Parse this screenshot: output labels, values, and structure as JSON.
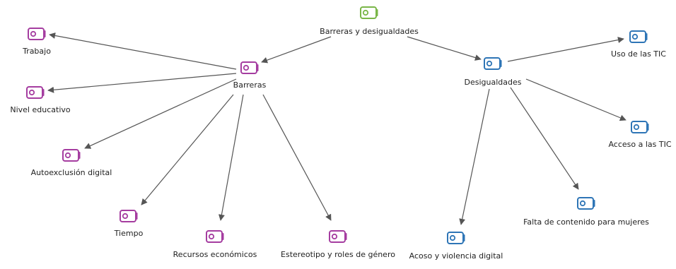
{
  "diagram": {
    "type": "network",
    "colors": {
      "root": "#7AB648",
      "barreras": "#A53DA0",
      "desigualdades": "#2E75B6",
      "edge": "#555555"
    },
    "icon": "code-tag-icon",
    "nodes": {
      "root": {
        "label": "Barreras y desigualdades",
        "group": "root"
      },
      "barreras": {
        "label": "Barreras",
        "group": "barreras"
      },
      "trabajo": {
        "label": "Trabajo",
        "group": "barreras"
      },
      "nivel_educativo": {
        "label": "Nivel educativo",
        "group": "barreras"
      },
      "autoexclusion": {
        "label": "Autoexclusión digital",
        "group": "barreras"
      },
      "tiempo": {
        "label": "Tiempo",
        "group": "barreras"
      },
      "recursos": {
        "label": "Recursos económicos",
        "group": "barreras"
      },
      "estereotipo": {
        "label": "Estereotipo y roles de género",
        "group": "barreras"
      },
      "desigualdades": {
        "label": "Desigualdades",
        "group": "desigualdades"
      },
      "uso_tic": {
        "label": "Uso de las TIC",
        "group": "desigualdades"
      },
      "acceso_tic": {
        "label": "Acceso a las TIC",
        "group": "desigualdades"
      },
      "falta_contenido": {
        "label": "Falta de contenido para mujeres",
        "group": "desigualdades"
      },
      "acoso": {
        "label": "Acoso y violencia digital",
        "group": "desigualdades"
      }
    },
    "edges": [
      [
        "root",
        "barreras"
      ],
      [
        "root",
        "desigualdades"
      ],
      [
        "barreras",
        "trabajo"
      ],
      [
        "barreras",
        "nivel_educativo"
      ],
      [
        "barreras",
        "autoexclusion"
      ],
      [
        "barreras",
        "tiempo"
      ],
      [
        "barreras",
        "recursos"
      ],
      [
        "barreras",
        "estereotipo"
      ],
      [
        "desigualdades",
        "uso_tic"
      ],
      [
        "desigualdades",
        "acceso_tic"
      ],
      [
        "desigualdades",
        "falta_contenido"
      ],
      [
        "desigualdades",
        "acoso"
      ]
    ]
  }
}
